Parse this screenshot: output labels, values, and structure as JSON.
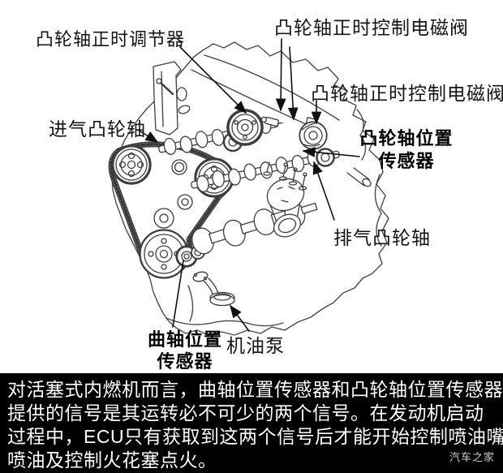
{
  "figure": {
    "type": "labeled engine cutaway line drawing",
    "labels": {
      "cam_timing_adjuster": "凸轮轴正时调节器",
      "cam_timing_solenoid_top": "凸轮轴正时控制电磁阀",
      "cam_timing_solenoid_right": "凸轮轴正时控制电磁阀",
      "intake_camshaft": "进气凸轮轴",
      "cam_position_sensor_line1": "凸轮轴位置",
      "cam_position_sensor_line2": "传感器",
      "exhaust_camshaft": "排气凸轮轴",
      "crank_position_sensor_line1": "曲轴位置",
      "crank_position_sensor_line2": "传感器",
      "oil_pump": "机油泵"
    }
  },
  "caption": {
    "lines": [
      "对活塞式内燃机而言，曲轴位置传感器和凸轮轴位置传感器",
      "提供的信号是其运转必不可少的两个信号。在发动机启动",
      "过程中，ECU只有获取到这两个信号后才能开始控制喷油嘴",
      "喷油及控制火花塞点火。"
    ],
    "background": "#000000",
    "text_color": "#ffffff"
  },
  "watermark": "汽车之家",
  "colors": {
    "line_art": "#3d3d3d",
    "label_text": "#141414",
    "watermark": "#cfcfcf"
  }
}
